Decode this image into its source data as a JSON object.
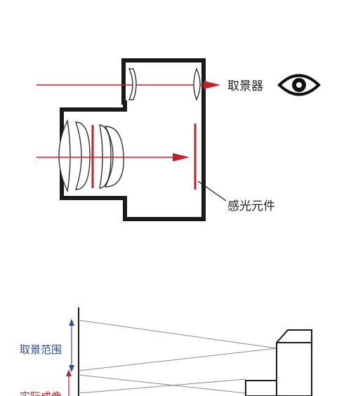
{
  "colors": {
    "line": "#1a1a1a",
    "ray": "#c0202a",
    "lens": "#333333",
    "measure_blue": "#2f4f8f",
    "measure_red": "#c0202a",
    "label_blue": "#2f4f8f",
    "label_red": "#c0202a",
    "light_gray_line": "#888888"
  },
  "top_diagram": {
    "viewfinder_label": "取景器",
    "sensor_label": "感光元件",
    "icons": {
      "eye": "eye-icon"
    }
  },
  "bottom_diagram": {
    "framing_label": "取景范围",
    "actual_label": "实际成像"
  }
}
